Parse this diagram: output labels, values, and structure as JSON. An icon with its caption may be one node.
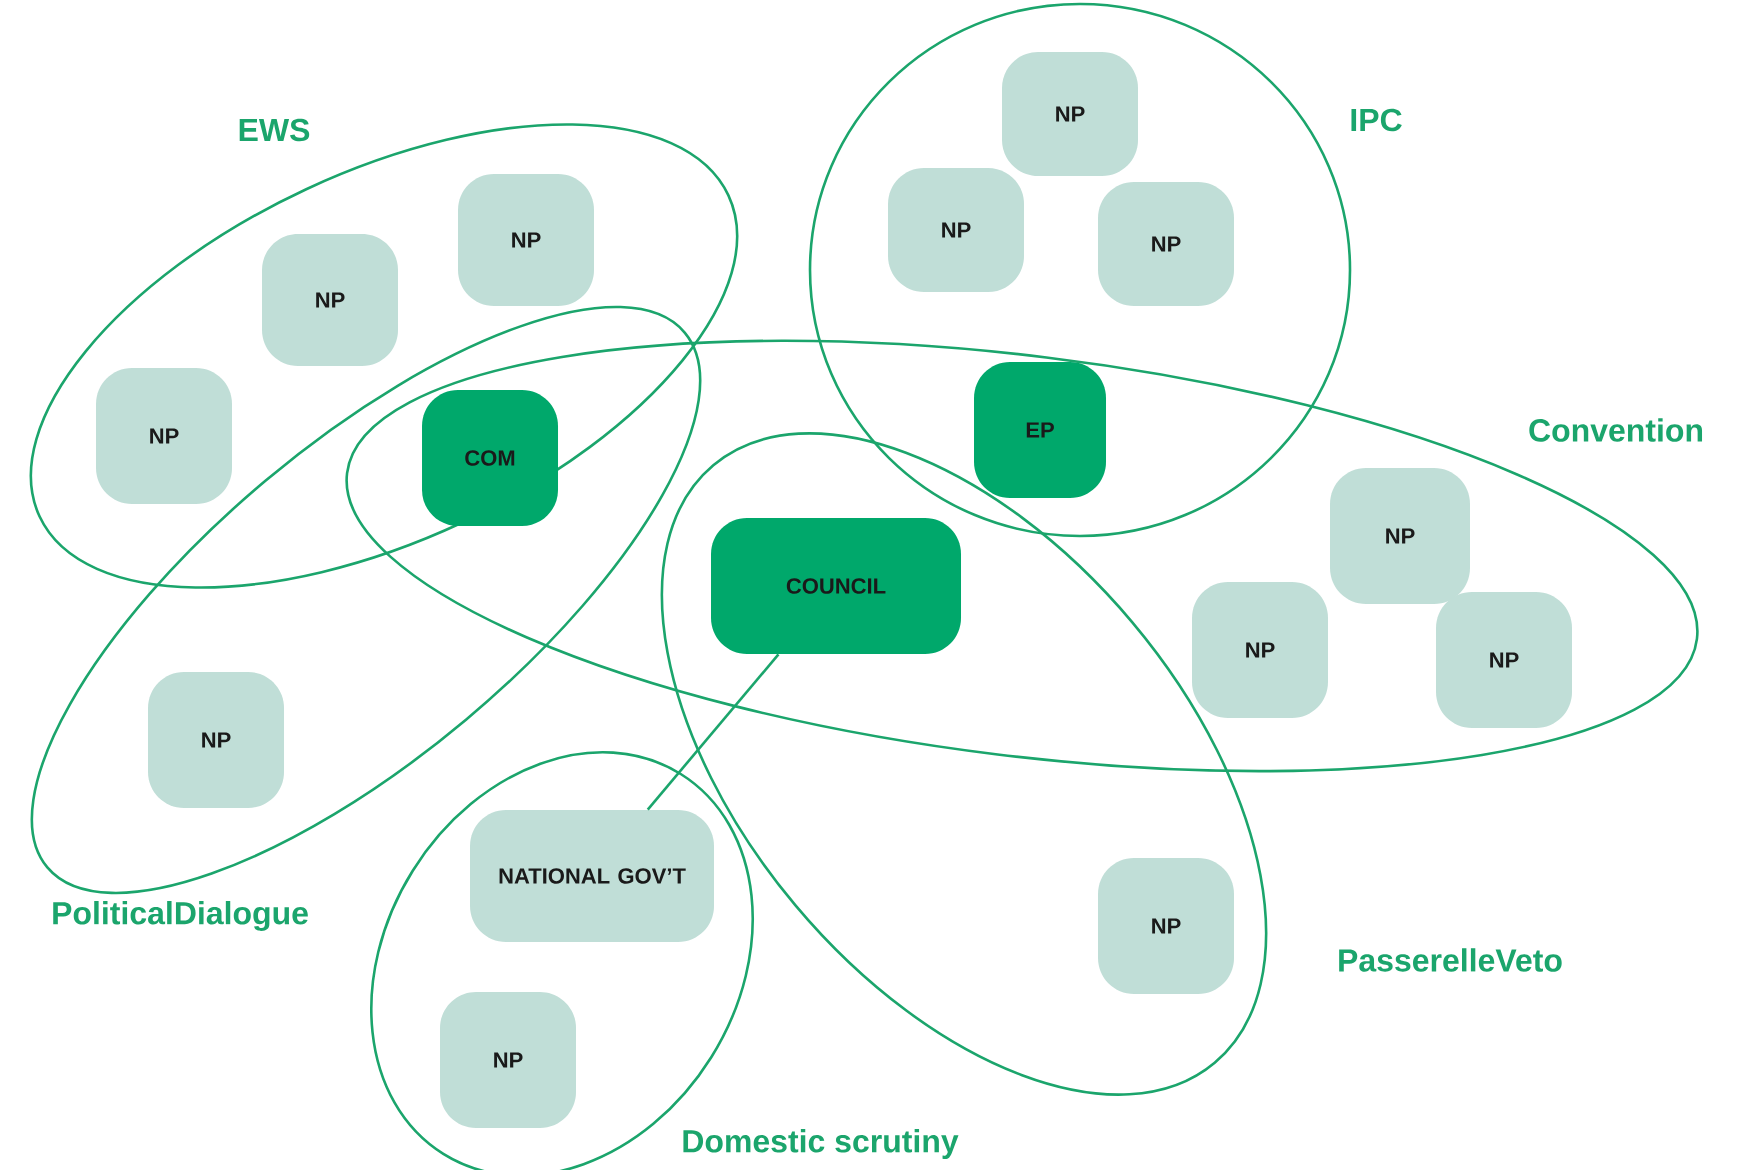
{
  "diagram": {
    "nodes": [
      {
        "text": [
          "EWS"
        ]
      },
      {
        "text": [
          "NP"
        ],
        "in": 0
      },
      {
        "text": [
          "NP"
        ],
        "in": 0
      },
      {
        "text": [
          "NP"
        ],
        "in": 0
      },
      {
        "text": [
          "IPC"
        ]
      },
      {
        "text": [
          "NP"
        ],
        "in": 4
      },
      {
        "text": [
          "NP"
        ],
        "in": 4
      },
      {
        "text": [
          "NP"
        ],
        "in": 4
      },
      {
        "text": [
          "EP"
        ]
      },
      {
        "text": [
          "Convention"
        ]
      },
      {
        "text": [
          "COM"
        ]
      },
      {
        "text": [
          "NP"
        ],
        "in": 9
      },
      {
        "text": [
          "NP"
        ],
        "in": 9
      },
      {
        "text": [
          "NP"
        ],
        "in": 9
      },
      {
        "text": [
          "COUNCIL"
        ]
      },
      {
        "text": [
          "PoliticalDialogue"
        ]
      },
      {
        "text": [
          "NP"
        ],
        "in": 15
      },
      {
        "text": [
          "PasserelleVeto"
        ]
      },
      {
        "text": [
          "NP"
        ],
        "in": 17
      },
      {
        "text": [
          "Domestic scrutiny"
        ]
      },
      {
        "text": [
          "NATIONAL GOV’T"
        ],
        "in": 19
      },
      {
        "text": [
          "NP"
        ],
        "in": 19
      }
    ],
    "edges": [
      {
        "from": 14,
        "to": 20,
        "arrow": "none"
      }
    ]
  }
}
